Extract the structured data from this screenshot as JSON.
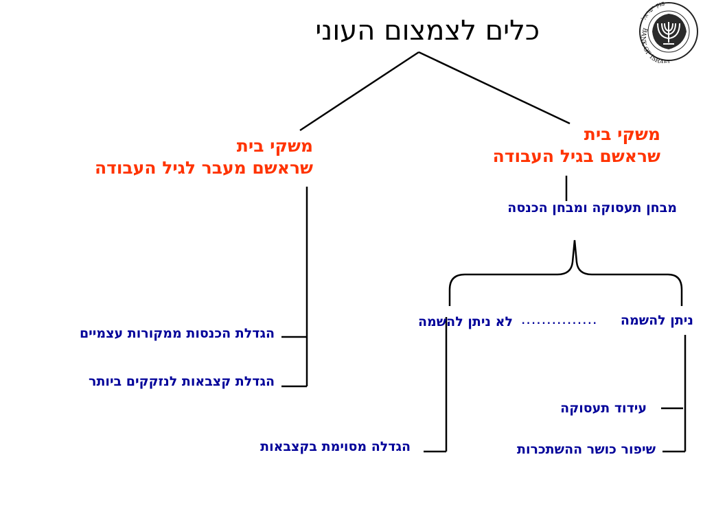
{
  "title": "כלים לצמצום העוני",
  "colors": {
    "heading": "#ff3300",
    "item": "#000099",
    "title": "#000000",
    "line": "#000000"
  },
  "logo": {
    "icon": "bank-of-israel-seal-icon",
    "text_en": "BANK OF ISRAEL",
    "text_he": "בנק ישראל"
  },
  "right_branch": {
    "heading_line1": "משקי בית",
    "heading_line2": "שראשם בגיל העבודה",
    "tests": "מבחן תעסוקה  ומבחן  הכנסה",
    "employable": {
      "label": "ניתן להשמה",
      "items": [
        "עידוד תעסוקה",
        "שיפור כושר ההשתכרות"
      ]
    },
    "dots": "...............",
    "not_employable": {
      "label": "לא ניתן להשמה",
      "items": [
        "הגדלה מסוימת בקצבאות"
      ]
    }
  },
  "left_branch": {
    "heading_line1": "משקי בית",
    "heading_line2": "שראשם מעבר לגיל העבודה",
    "items": [
      "הגדלת הכנסות ממקורות עצמיים",
      "הגדלת קצבאות לנזקקים ביותר"
    ]
  }
}
